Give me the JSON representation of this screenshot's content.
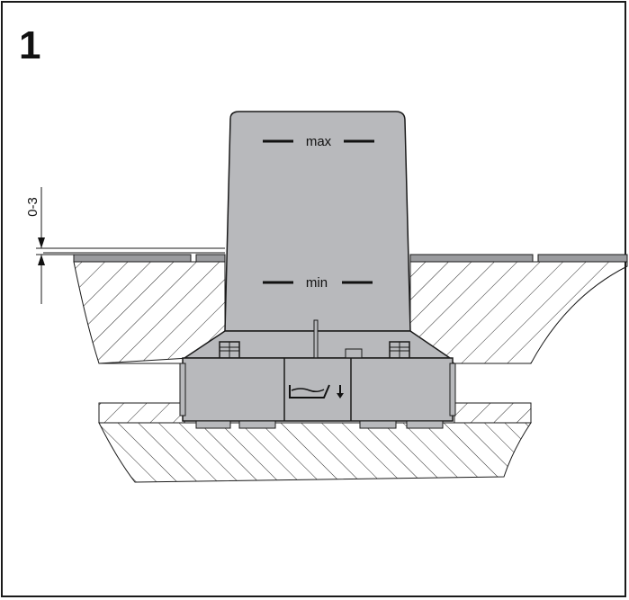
{
  "figure": {
    "number": "1"
  },
  "labels": {
    "max": "max",
    "min": "min",
    "gap_dimension": "0-3"
  },
  "icons": {
    "drain": "oil-drain-icon"
  },
  "colors": {
    "housing": "#b8b9bc",
    "outline": "#1a1a1a",
    "surface": "#9a9b9e",
    "hatch": "#2a2a2a",
    "background": "#ffffff"
  }
}
